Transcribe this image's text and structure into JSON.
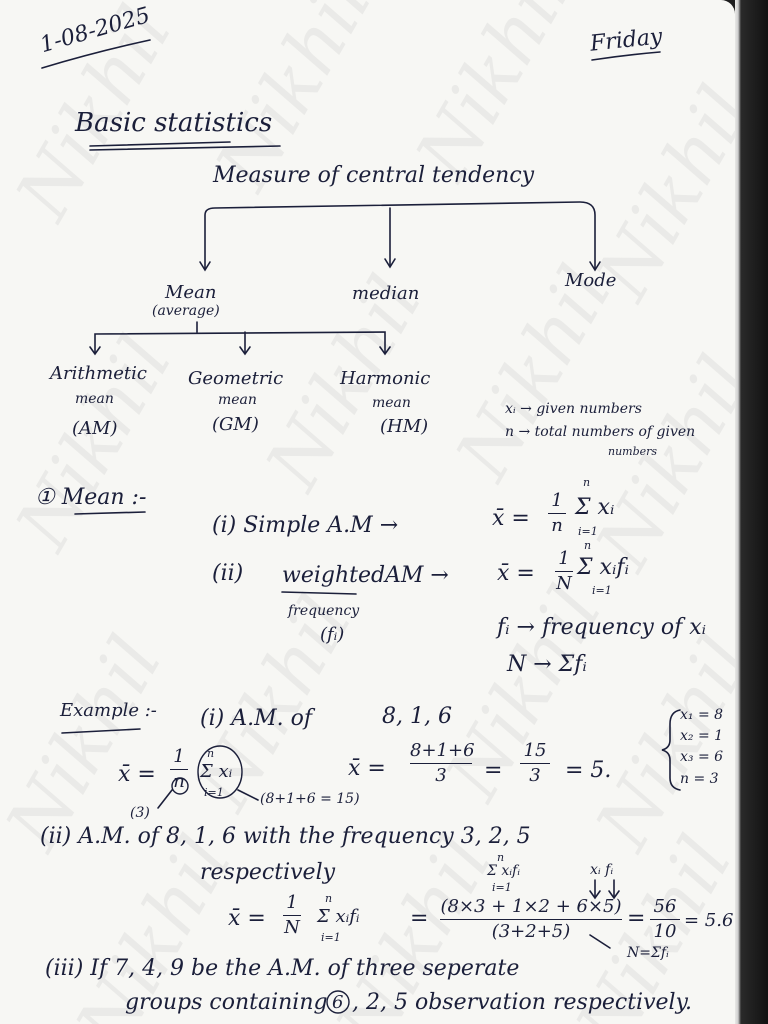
{
  "header": {
    "date": "1-08-2025",
    "day": "Friday"
  },
  "watermark": {
    "text": "Nikhil"
  },
  "title": "Basic statistics",
  "tree": {
    "root": "Measure of central tendency",
    "mean": "Mean",
    "mean_note": "(average)",
    "median": "median",
    "mode": "Mode",
    "am_name": "Arithmetic",
    "am_word": "mean",
    "am_abbr": "(AM)",
    "gm_name": "Geometric",
    "gm_word": "mean",
    "gm_abbr": "(GM)",
    "hm_name": "Harmonic",
    "hm_word": "mean",
    "hm_abbr": "(HM)"
  },
  "notation": {
    "xi": "xᵢ → given numbers",
    "n": "n → total numbers of given",
    "n_cont": "numbers"
  },
  "section1": {
    "heading": "① Mean :-",
    "simple": "(i) Simple A.M →",
    "weighted_num": "(ii)",
    "weighted": "weighted",
    "weighted_am": "AM →",
    "frequency": "frequency",
    "fi": "(fᵢ)",
    "fi_def": "fᵢ → frequency of xᵢ",
    "N_def": "N → Σfᵢ",
    "simple_formula": {
      "lhs": "x̄ =",
      "num": "1",
      "den": "n",
      "sum_top": "n",
      "sum_body": "Σ xᵢ",
      "sum_bot": "i=1"
    },
    "weighted_formula": {
      "lhs": "x̄ =",
      "num": "1",
      "den": "N",
      "sum_top": "n",
      "sum_body": "Σ xᵢfᵢ",
      "sum_bot": "i=1"
    }
  },
  "example": {
    "heading": "Example :-",
    "ex1_label": "(i) A.M. of",
    "ex1_values": "8, 1, 6",
    "ex1_lhs": "x̄ =",
    "ex1_num": "8+1+6",
    "ex1_den": "3",
    "ex1_eq": "=",
    "ex1_num2": "15",
    "ex1_den2": "3",
    "ex1_result": "= 5.",
    "brace_items": [
      "x₁ = 8",
      "x₂ = 1",
      "x₃ = 6",
      "n = 3"
    ],
    "aside_lhs": "x̄ =",
    "aside_num": "1",
    "aside_den": "n",
    "aside_sum_top": "n",
    "aside_sum_body": "Σ xᵢ",
    "aside_sum_bot": "i=1",
    "aside_left_note": "(3)",
    "aside_right_note": "(8+1+6 = 15)",
    "ex2_label": "(ii)  A.M. of   8, 1, 6   with the frequency 3, 2, 5",
    "ex2_respectively": "respectively",
    "ex2_top_note": "Σ xᵢfᵢ",
    "ex2_top_sup": "n",
    "ex2_top_sub": "i=1",
    "ex2_xi_fi": "xᵢ fᵢ",
    "ex2_lhs": "x̄ =",
    "ex2_num": "1",
    "ex2_den": "N",
    "ex2_sum_top": "n",
    "ex2_sum_body": "Σ xᵢfᵢ",
    "ex2_sum_bot": "i=1",
    "ex2_eq": "=",
    "ex2_big_num": "(8×3 + 1×2 + 6×5)",
    "ex2_big_den": "(3+2+5)",
    "ex2_N_note": "N=Σfᵢ",
    "ex2_eq2": "=",
    "ex2_frac_num": "56",
    "ex2_frac_den": "10",
    "ex2_result": "= 5.6",
    "ex3_line1": "(iii) If 7, 4, 9  be the  A.M. of  three  seperate",
    "ex3_line2_a": "groups   containing",
    "ex3_circled": "6",
    "ex3_line2_b": ", 2, 5   observation respectively."
  }
}
